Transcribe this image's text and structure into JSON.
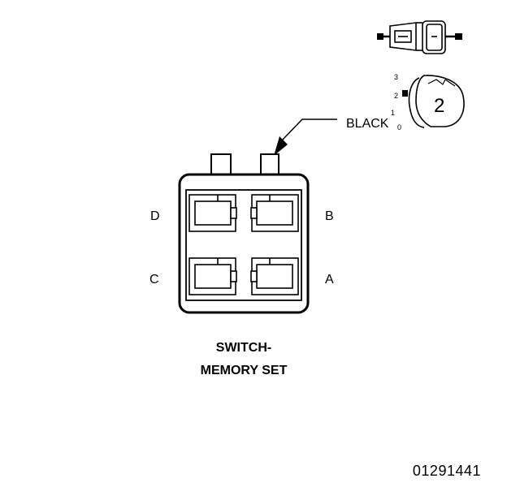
{
  "connector": {
    "wire_color": "BLACK",
    "pins": {
      "a": "A",
      "b": "B",
      "c": "C",
      "d": "D"
    },
    "caption_line1": "SWITCH-",
    "caption_line2": "MEMORY SET"
  },
  "position_indicator": {
    "ticks": [
      "3",
      "2",
      "1",
      "0"
    ],
    "selected": "2"
  },
  "connector_side_view": {
    "icon": "connector-side-icon"
  },
  "figure_number": "01291441",
  "colors": {
    "line": "#000000",
    "background": "#ffffff"
  }
}
